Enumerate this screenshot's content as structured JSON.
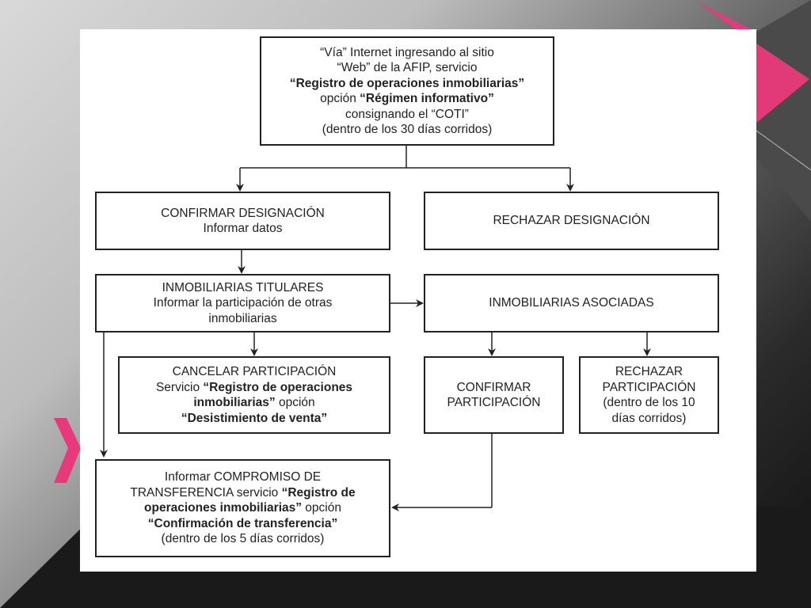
{
  "colors": {
    "accent_pink": "#e8397d",
    "line": "#222222"
  },
  "boxes": {
    "top": {
      "l1": "“Vía” Internet ingresando al sitio",
      "l2": "“Web” de la AFIP, servicio",
      "l3": "“Registro de operaciones inmobiliarias”",
      "l4a": "opción ",
      "l4b": "“Régimen informativo”",
      "l5": "consignando el “COTI”",
      "l6": "(dentro de los 30 días corridos)"
    },
    "confirmar_designacion": {
      "l1": "CONFIRMAR DESIGNACIÓN",
      "l2": "Informar datos"
    },
    "rechazar_designacion": {
      "l1": "RECHAZAR DESIGNACIÓN"
    },
    "inmobiliarias_titulares": {
      "l1": "INMOBILIARIAS TITULARES",
      "l2": "Informar la participación de otras",
      "l3": "inmobiliarias"
    },
    "inmobiliarias_asociadas": {
      "l1": "INMOBILIARIAS ASOCIADAS"
    },
    "cancelar_participacion": {
      "l1": "CANCELAR PARTICIPACIÓN",
      "l2a": "Servicio ",
      "l2b": "“Registro de operaciones",
      "l3a": "inmobiliarias”",
      "l3b": " opción",
      "l4": "“Desistimiento de venta”"
    },
    "confirmar_participacion": {
      "l1": "CONFIRMAR",
      "l2": "PARTICIPACIÓN"
    },
    "rechazar_participacion": {
      "l1": "RECHAZAR",
      "l2": "PARTICIPACIÓN",
      "l3": "(dentro de los 10",
      "l4": "días corridos)"
    },
    "compromiso": {
      "l1": "Informar COMPROMISO DE",
      "l2a": "TRANSFERENCIA servicio ",
      "l2b": "“Registro de",
      "l3a": "operaciones inmobiliarias”",
      "l3b": " opción",
      "l4": "“Confirmación de transferencia”",
      "l5": "(dentro de los 5 días corridos)"
    }
  }
}
